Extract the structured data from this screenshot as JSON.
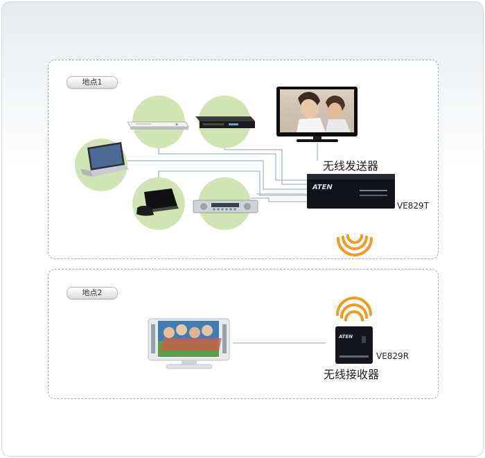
{
  "site1": {
    "label": "地点1"
  },
  "site2": {
    "label": "地点2"
  },
  "transmitter": {
    "label_cn": "无线发送器",
    "model": "VE829T",
    "brand": "ATEN"
  },
  "receiver": {
    "label_cn": "无线接收器",
    "model": "VE829R",
    "brand": "ATEN"
  },
  "colors": {
    "circle": "#cfe6b4",
    "wire": "#9fb6c8",
    "dash": "#8fb0c8",
    "wifi": "#f29a1e"
  },
  "icons": [
    "dvd-player-icon",
    "blu-ray-player-icon",
    "laptop-icon",
    "game-console-icon",
    "av-receiver-icon",
    "lcd-tv-icon",
    "transmitter-device-icon",
    "receiver-device-icon",
    "wifi-signal-icon"
  ]
}
